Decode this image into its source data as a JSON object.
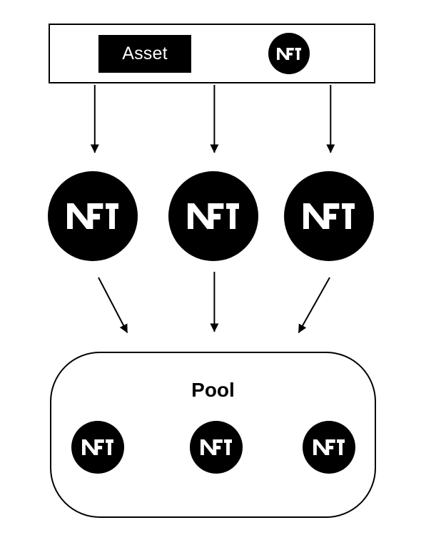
{
  "colors": {
    "ink": "#000000",
    "paper": "#ffffff"
  },
  "mint_row": {
    "asset_label": "Asset",
    "minted_token_label": "NFT"
  },
  "tokens": [
    {
      "label": "NFT"
    },
    {
      "label": "NFT"
    },
    {
      "label": "NFT"
    }
  ],
  "pool": {
    "label": "Pool",
    "tokens": [
      {
        "label": "NFT"
      },
      {
        "label": "NFT"
      },
      {
        "label": "NFT"
      }
    ]
  }
}
